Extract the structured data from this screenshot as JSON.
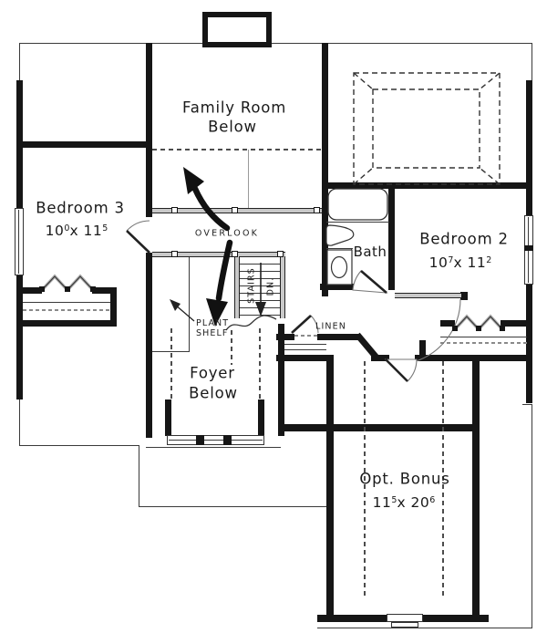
{
  "labels": {
    "family_room": {
      "line1": "Family Room",
      "line2": "Below"
    },
    "bedroom3": {
      "name": "Bedroom 3",
      "dim": {
        "n1": "10",
        "s1": "0",
        "n2": "x 11",
        "s2": "5"
      }
    },
    "bedroom2": {
      "name": "Bedroom 2",
      "dim": {
        "n1": "10",
        "s1": "7",
        "n2": "x 11",
        "s2": "2"
      }
    },
    "bath": {
      "name": "Bath"
    },
    "overlook": {
      "name": "OVERLOOK"
    },
    "stairs": {
      "name": "STAIRS",
      "dir": "DN."
    },
    "plant_shelf": {
      "line1": "PLANT",
      "line2": "SHELF"
    },
    "linen": {
      "name": "LINEN"
    },
    "foyer": {
      "line1": "Foyer",
      "line2": "Below"
    },
    "bonus": {
      "name": "Opt. Bonus",
      "dim": {
        "n1": "11",
        "s1": "5",
        "n2": "x 20",
        "s2": "6"
      }
    }
  },
  "colors": {
    "wall": "#161616",
    "thin_line": "#3a3a3a",
    "dash": "#4c4c4c",
    "rail": "#c9c9c9",
    "paper": "#ffffff"
  }
}
